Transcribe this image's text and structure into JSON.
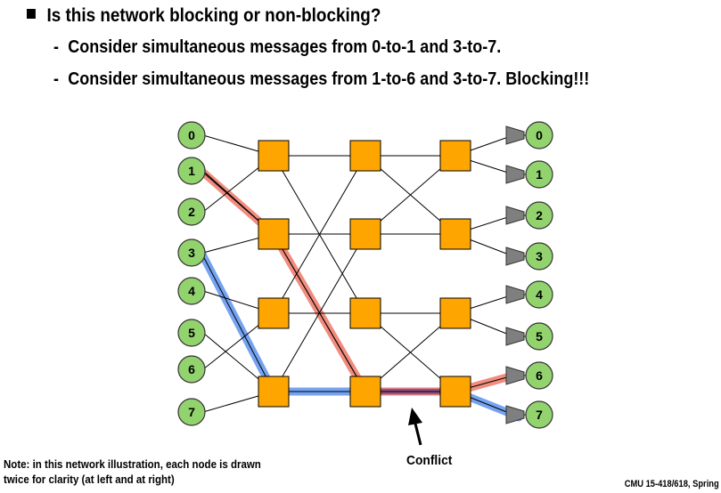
{
  "bullets": {
    "main": "Is this network blocking or non-blocking?",
    "sub1": "Consider simultaneous messages from 0-to-1 and 3-to-7.",
    "sub2": "Consider simultaneous messages from 1-to-6 and 3-to-7.  Blocking!!!"
  },
  "diagram": {
    "input_nodes": [
      "0",
      "1",
      "2",
      "3",
      "4",
      "5",
      "6",
      "7"
    ],
    "output_nodes": [
      "0",
      "1",
      "2",
      "3",
      "4",
      "5",
      "6",
      "7"
    ],
    "switch_stages": 3,
    "switches_per_stage": 4,
    "colors": {
      "node_fill": "#92d36e",
      "switch_fill": "#ffa500",
      "path_1_to_6": "#f08070",
      "path_3_to_7": "#6699ee",
      "output_port": "#7f7f7f"
    },
    "conflict_label": "Conflict"
  },
  "note": {
    "line1": "Note: in this network illustration, each node is drawn",
    "line2": "twice for clarity (at left and at right)"
  },
  "footer": "CMU 15-418/618, Spring"
}
